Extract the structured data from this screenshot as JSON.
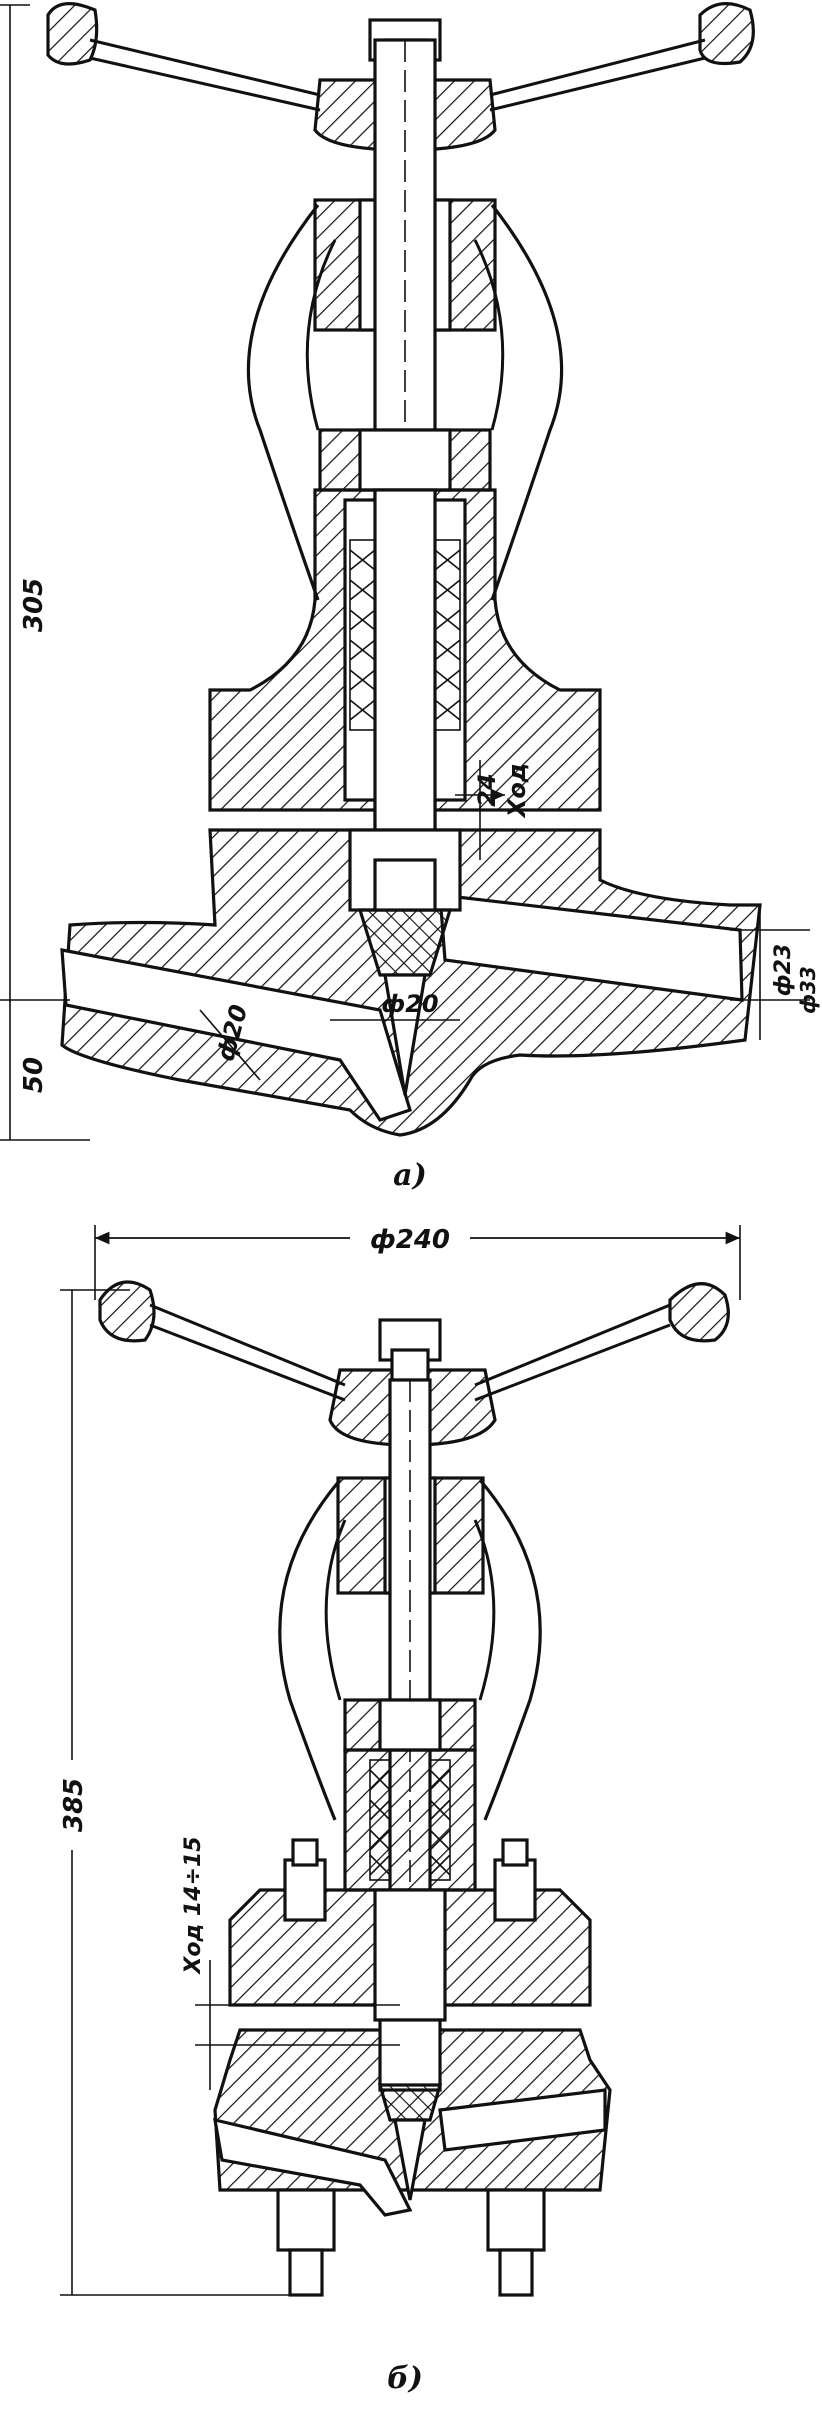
{
  "figure_a": {
    "caption": "а)",
    "dims": {
      "height_total": "305",
      "height_lower": "50",
      "stroke_value": "24",
      "stroke_word": "Ход",
      "inlet_dia": "ф20",
      "seat_dia": "ф20",
      "outlet_dia": "ф23",
      "outlet_dia_2": "ф33"
    }
  },
  "figure_b": {
    "caption": "б)",
    "dims": {
      "wheel_dia": "ф240",
      "height_total": "385",
      "stroke": "Ход 14÷15"
    }
  }
}
